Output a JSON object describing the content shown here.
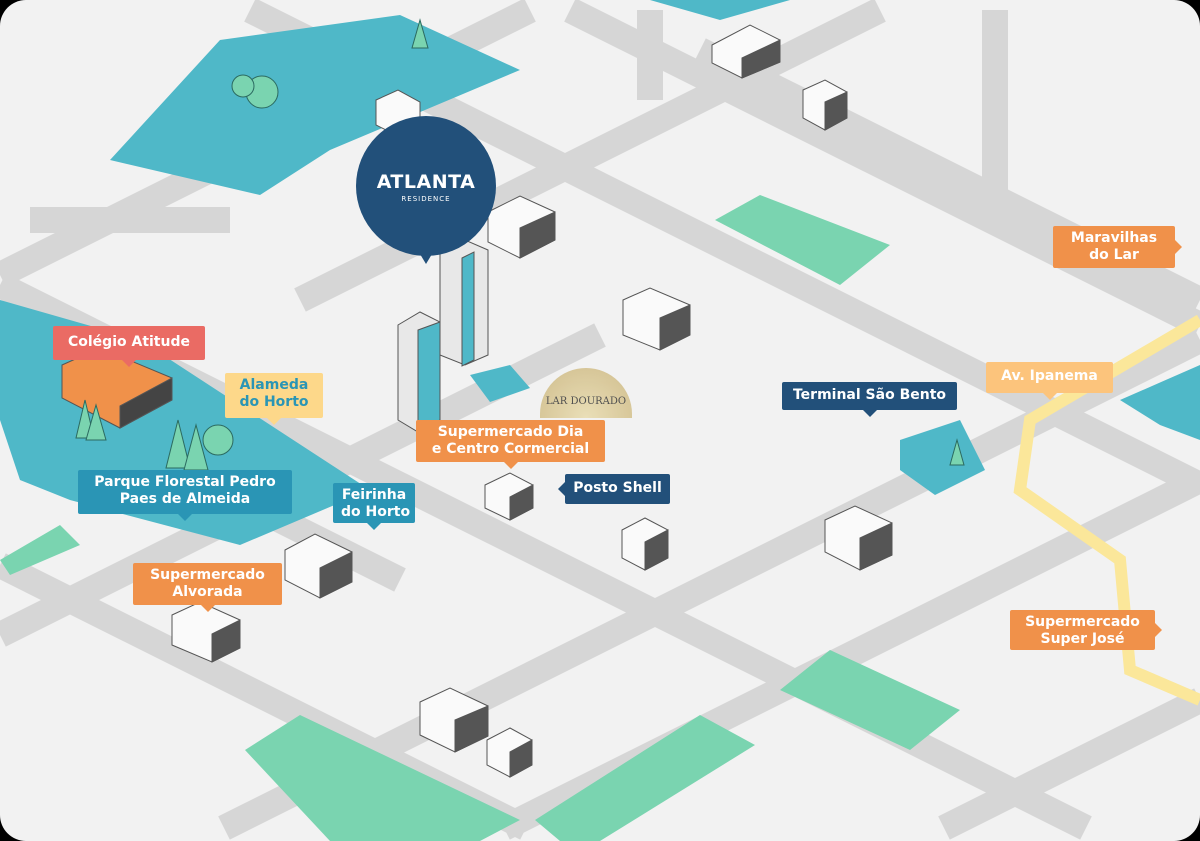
{
  "project": {
    "name": "ATLANTA",
    "subtitle": "RESIDENCE"
  },
  "watermark": "LAR DOURADO",
  "landmarks": [
    {
      "name": "Colégio Atitude",
      "category": "school"
    },
    {
      "name": "Alameda do Horto",
      "category": "street"
    },
    {
      "name": "Parque Florestal Pedro Paes de Almeida",
      "line1": "Parque Florestal Pedro",
      "line2": "Paes de Almeida",
      "category": "park"
    },
    {
      "name": "Feirinha do Horto",
      "line1": "Feirinha",
      "line2": "do Horto",
      "category": "market"
    },
    {
      "name": "Supermercado Dia e Centro Cormercial",
      "line1": "Supermercado Dia",
      "line2": "e Centro Cormercial",
      "category": "shopping"
    },
    {
      "name": "Posto Shell",
      "category": "gas-station"
    },
    {
      "name": "Supermercado Alvorada",
      "line1": "Supermercado",
      "line2": "Alvorada",
      "category": "shopping"
    },
    {
      "name": "Terminal São Bento",
      "category": "transport"
    },
    {
      "name": "Av. Ipanema",
      "category": "street"
    },
    {
      "name": "Maravilhas do Lar",
      "line1": "Maravilhas",
      "line2": "do Lar",
      "category": "shopping"
    },
    {
      "name": "Supermercado Super José",
      "line1": "Supermercado",
      "line2": "Super José",
      "category": "shopping"
    }
  ],
  "colors": {
    "road": "#d6d6d6",
    "block": "#f2f2f2",
    "park": "#4fb8c8",
    "green": "#7ad4b0",
    "navy": "#22507a",
    "orange": "#f0914a",
    "coral": "#ea6b64",
    "avenue": "#fbe79a"
  }
}
